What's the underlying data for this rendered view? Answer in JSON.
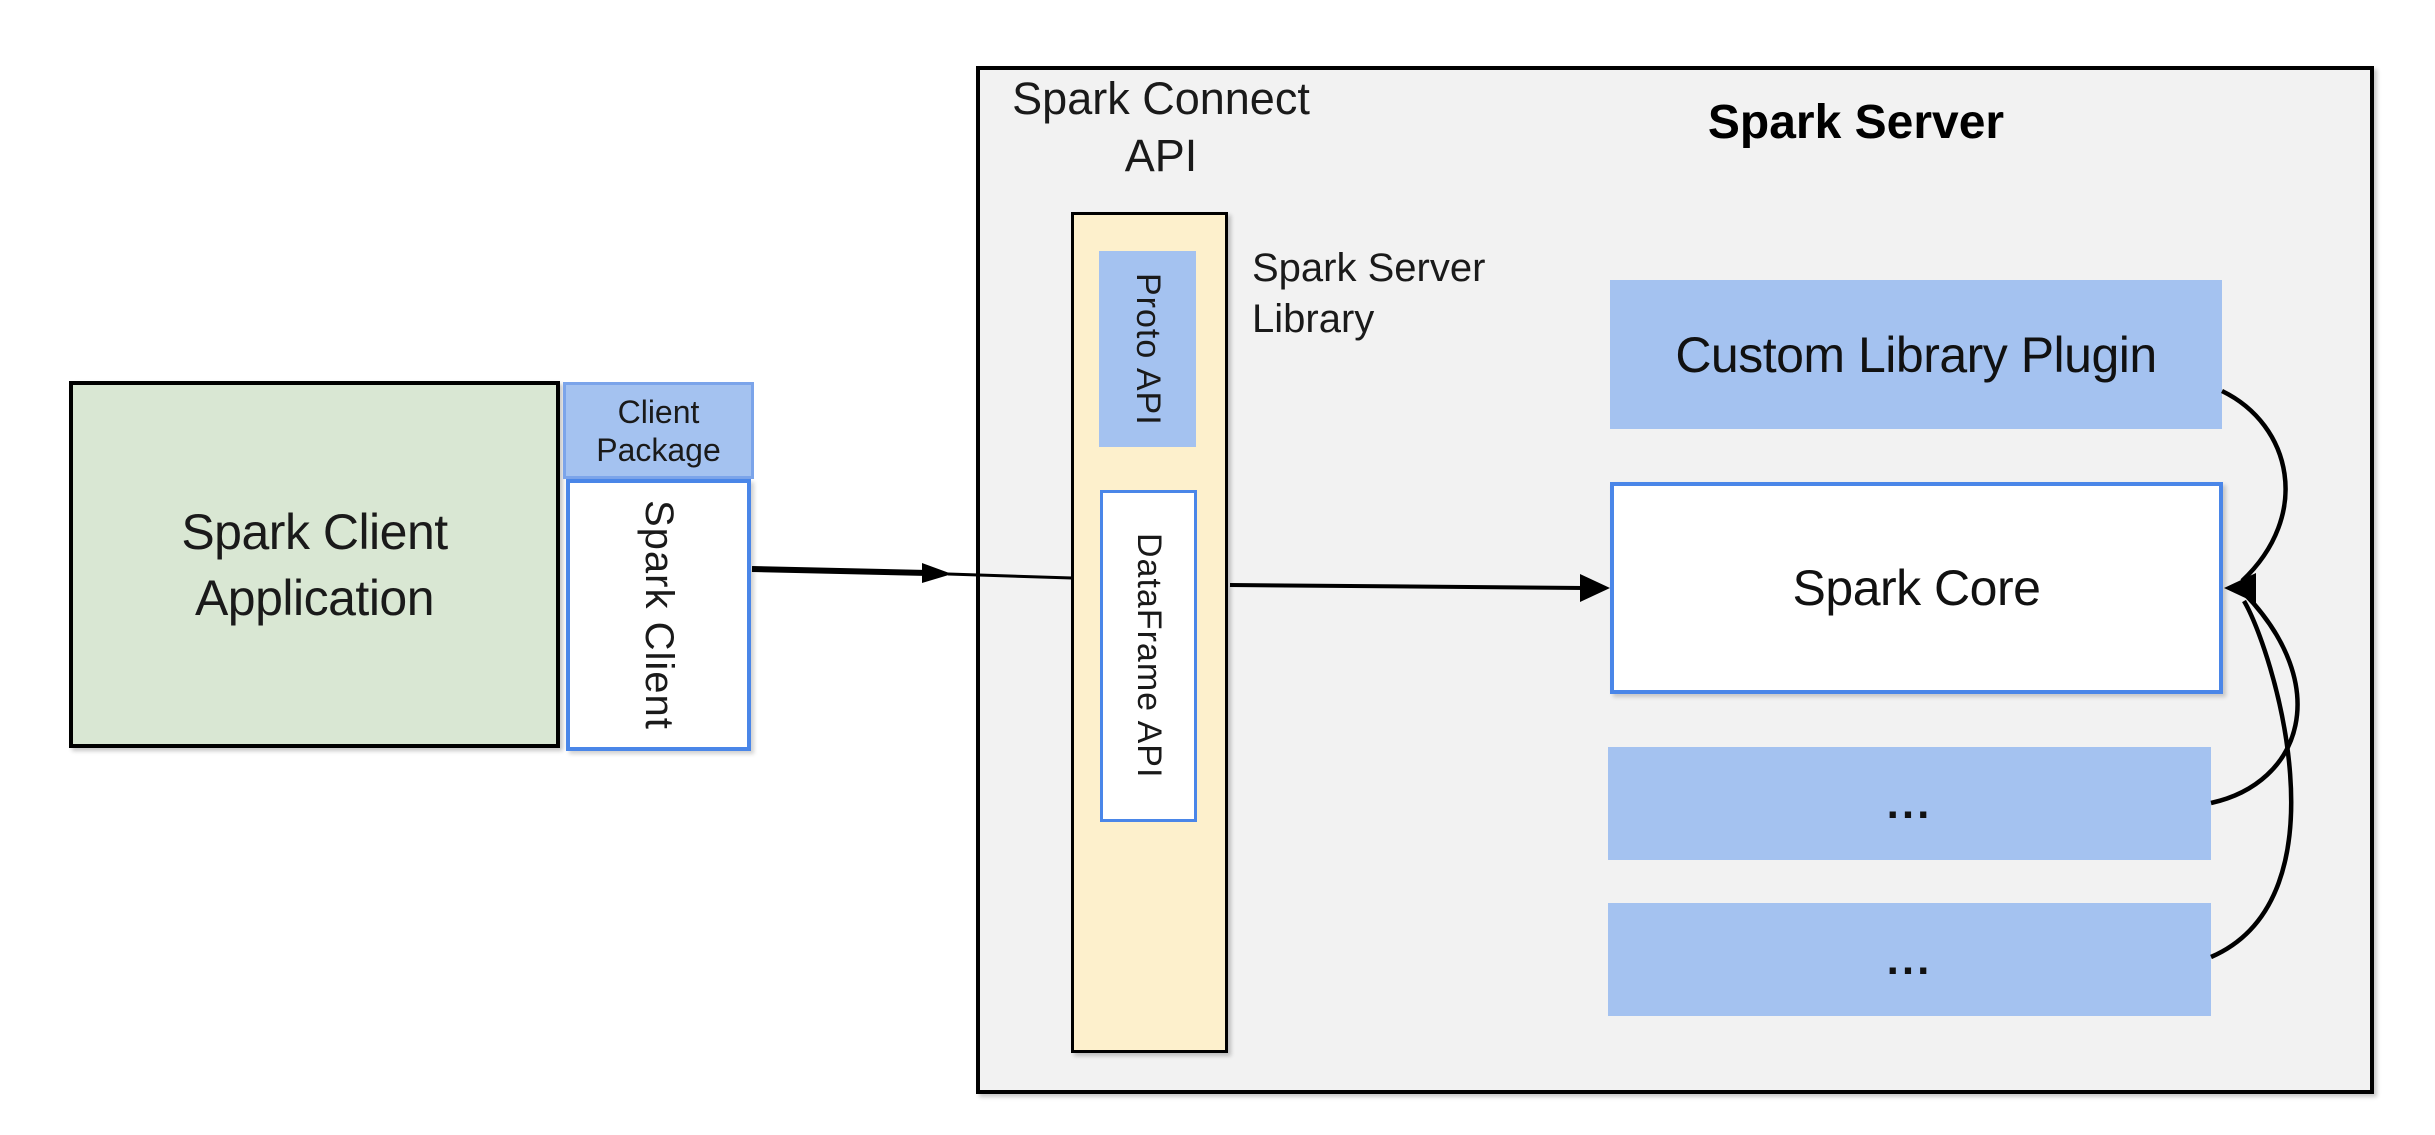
{
  "colors": {
    "background": "#ffffff",
    "container_fill": "#f2f2f2",
    "green_fill": "#d9e7d3",
    "blue_fill": "#a4c2f0",
    "blue_border": "#4a86e8",
    "yellow_fill": "#fdf0cc"
  },
  "client": {
    "application_label": "Spark Client\nApplication",
    "package_label": "Client\nPackage",
    "client_label": "Spark Client"
  },
  "connect": {
    "api_label": "Spark Connect\nAPI",
    "proto_label": "Proto API",
    "dataframe_label": "DataFrame API",
    "library_label": "Spark Server\nLibrary"
  },
  "server": {
    "title": "Spark Server",
    "plugin_label": "Custom Library Plugin",
    "core_label": "Spark Core",
    "more_boxes": [
      "...",
      "..."
    ]
  }
}
